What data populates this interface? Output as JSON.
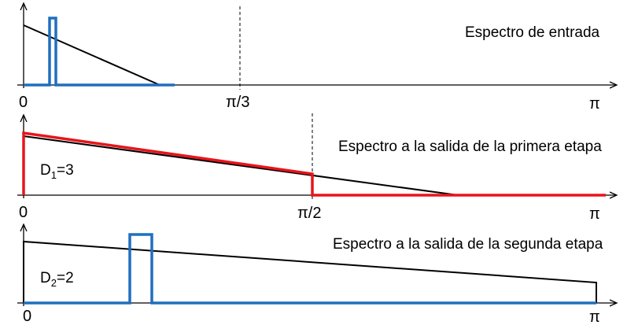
{
  "panels": [
    {
      "title": "Espectro de entrada",
      "ticks": {
        "left": "0",
        "mid": "π/3",
        "right": "π"
      },
      "label": null
    },
    {
      "title": "Espectro a la salida de la primera etapa",
      "ticks": {
        "left": "0",
        "mid": "π/2",
        "right": "π"
      },
      "label": {
        "main": "D",
        "sub": "1",
        "rest": "=3"
      }
    },
    {
      "title": "Espectro a la salida de la segunda etapa",
      "ticks": {
        "left": "0",
        "right": "π"
      },
      "label": {
        "main": "D",
        "sub": "2",
        "rest": "=2"
      }
    }
  ],
  "colors": {
    "axis": "#000000",
    "spectrum": "#000000",
    "blue": "#1f6fbf",
    "red": "#e8141b"
  }
}
